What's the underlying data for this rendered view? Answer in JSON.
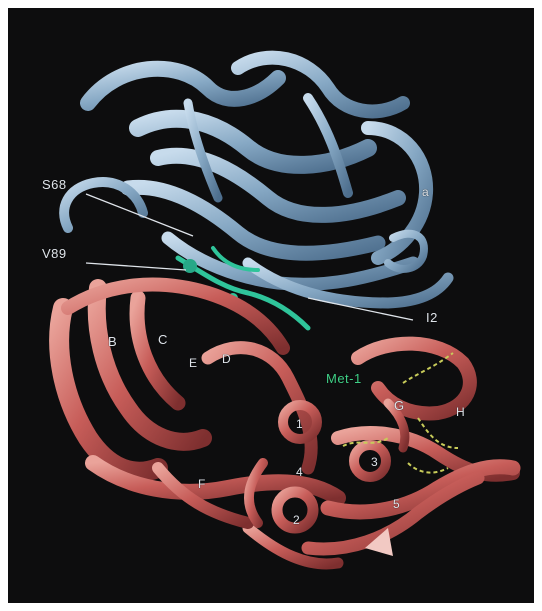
{
  "labels": {
    "s68": "S68",
    "v89": "V89",
    "i2": "I2",
    "b": "B",
    "c": "C",
    "e": "E",
    "d": "D",
    "met1": "Met-1",
    "g": "G",
    "h": "H",
    "f": "F",
    "one": "1",
    "two": "2",
    "three": "3",
    "four": "4",
    "five": "5",
    "a": "a"
  },
  "colors": {
    "background": "#0d0d0e",
    "upper_domain": "#8fb0cc",
    "lower_domain": "#c9605e",
    "ligand": "#2fc49a",
    "thread": "#c8cc5a"
  }
}
